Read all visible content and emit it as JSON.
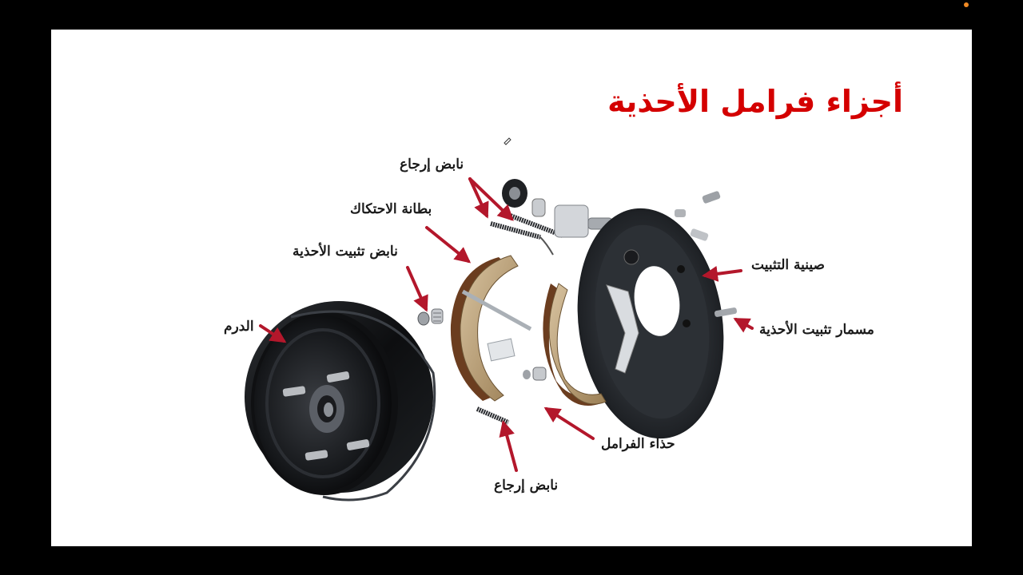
{
  "slide": {
    "title": "أجزاء فرامل الأحذية",
    "title_color": "#d40000",
    "arrow_color": "#b3172b",
    "labels": {
      "return_spring_top": "نابض إرجاع",
      "friction_lining": "بطانة الاحتكاك",
      "shoe_hold_spring": "نابض تثبيت الأحذية",
      "drum": "الدرم",
      "backing_plate": "صينية التثبيت",
      "shoe_hold_pin": "مسمار تثبيت الأحذية",
      "brake_shoe": "حذاء الفرامل",
      "return_spring_bottom": "نابض إرجاع"
    }
  }
}
